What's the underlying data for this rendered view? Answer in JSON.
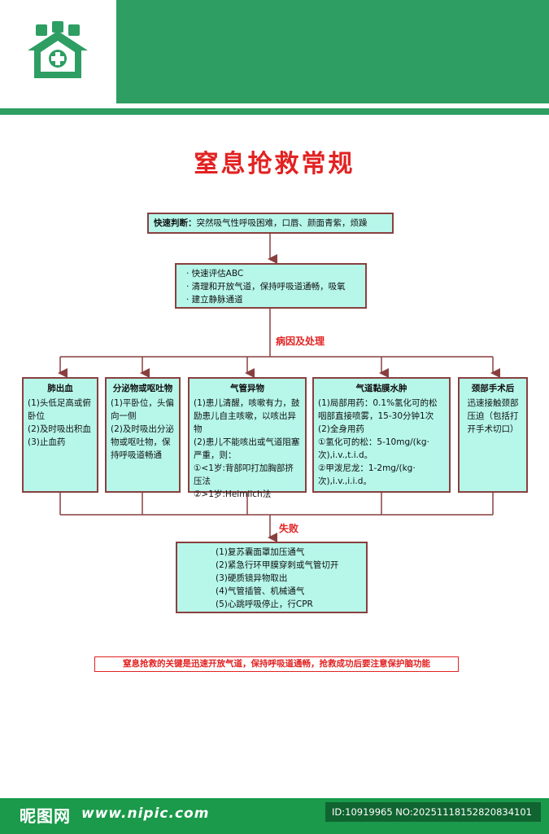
{
  "colors": {
    "brand_green": "#2e9e63",
    "title_red": "#e32222",
    "box_fill": "#b6f7ea",
    "connector": "#8a3f3f"
  },
  "logo": {
    "icon": "house-medical-cross-icon"
  },
  "title": "窒息抢救常规",
  "quick_judgment": {
    "label": "快速判断：",
    "text": "突然吸气性呼吸困难，口唇、颜面青紫，烦躁"
  },
  "first_aid": [
    "· 快速评估ABC",
    "· 清理和开放气道，保持呼吸道通畅，吸氧",
    "· 建立静脉通道"
  ],
  "cause_label": "病因及处理",
  "causes": [
    {
      "title": "肺出血",
      "lines": [
        "(1)头低足高或俯卧位",
        "(2)及时吸出积血",
        "(3)止血药"
      ]
    },
    {
      "title": "分泌物或呕吐物",
      "lines": [
        "(1)平卧位，头偏向一侧",
        "(2)及时吸出分泌物或呕吐物，保持呼吸道畅通"
      ]
    },
    {
      "title": "气管异物",
      "lines": [
        "(1)患儿清醒，咳嗽有力，鼓励患儿自主咳嗽，以咳出异物",
        "(2)患儿不能咳出或气道阻塞严重，则：",
        "①<1岁:背部叩打加胸部挤压法",
        "②>1岁:Heimlich法"
      ]
    },
    {
      "title": "气道黏膜水肿",
      "lines": [
        "(1)局部用药：0.1%氢化可的松咽部直接喷雾，15-30分钟1次",
        "(2)全身用药",
        "①氢化可的松：5-10mg/(kg·次),i.v.,t.i.d。",
        "②甲泼尼龙：1-2mg/(kg·次),i.v.,i.i.d。"
      ]
    },
    {
      "title": "颈部手术后",
      "lines": [
        "迅速接触颈部压迫（包括打开手术切口）"
      ]
    }
  ],
  "fail_label": "失败",
  "fail_steps": [
    "(1)复苏囊面罩加压通气",
    "(2)紧急行环甲膜穿刺或气管切开",
    "(3)硬质镜异物取出",
    "(4)气管插管、机械通气",
    "(5)心跳呼吸停止，行CPR"
  ],
  "key_note": "窒息抢救的关键是迅速开放气道，保持呼吸道通畅，抢救成功后要注意保护脑功能",
  "footer": {
    "logo_text": "昵图网",
    "url": "www.nipic.com",
    "id_text": "ID:10919965 NO:20251118152820834101"
  }
}
